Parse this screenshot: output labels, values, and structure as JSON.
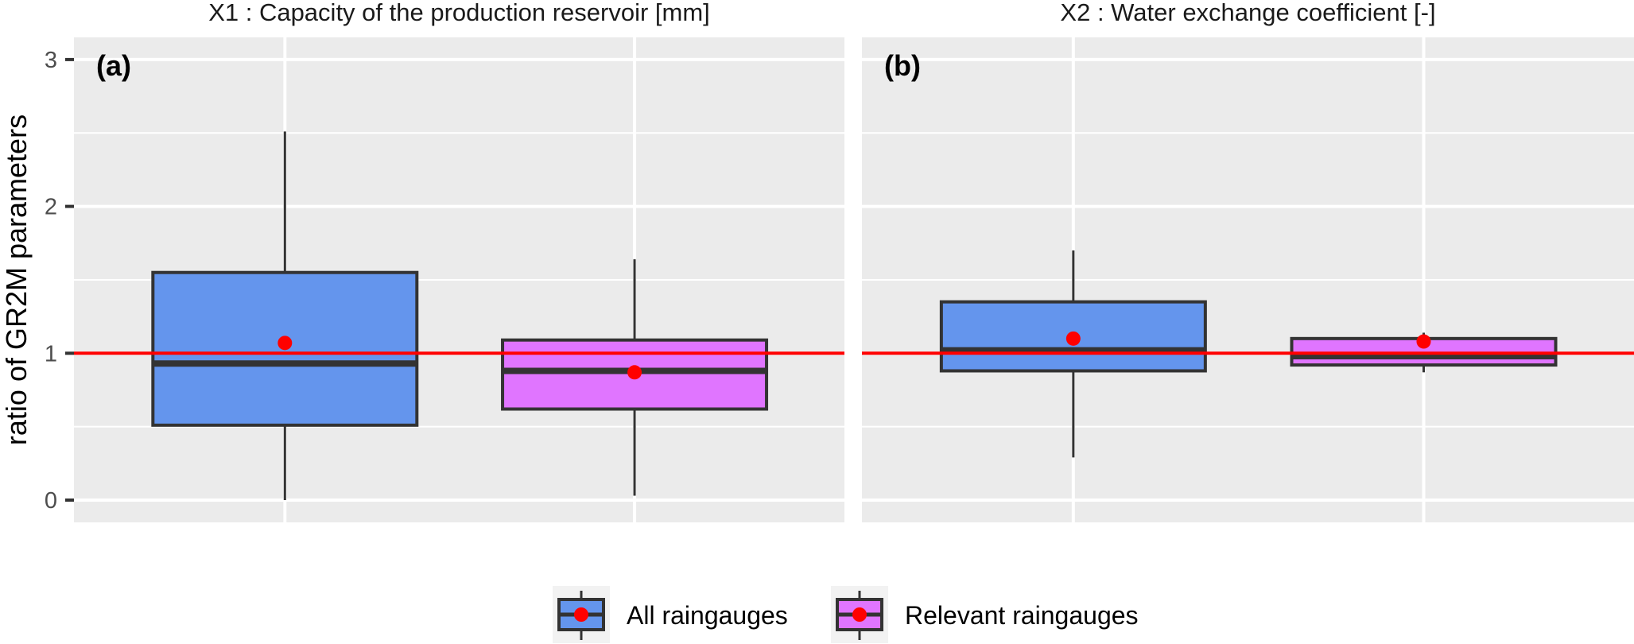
{
  "chart_data": {
    "type": "boxplot",
    "ylabel": "ratio of GR2M parameters",
    "ylim": [
      -0.2,
      3.2
    ],
    "yticks": [
      0,
      1,
      2,
      3
    ],
    "ytick_labels": [
      "0",
      "1",
      "2",
      "3"
    ],
    "reference_line": {
      "value": 1,
      "color": "#FF0000"
    },
    "grid": true,
    "legend": {
      "position": "bottom",
      "entries": [
        {
          "label": "All raingauges",
          "color": "#6495ED"
        },
        {
          "label": "Relevant raingauges",
          "color": "#E075FF"
        }
      ]
    },
    "mean_marker_color": "#FF0000",
    "panels": [
      {
        "tag": "(a)",
        "title": "X1 : Capacity of the production reservoir [mm]",
        "series": [
          {
            "name": "All raingauges",
            "whisker_low": 0.0,
            "q1": 0.51,
            "median": 0.93,
            "q3": 1.55,
            "whisker_high": 2.51,
            "mean": 1.07
          },
          {
            "name": "Relevant raingauges",
            "whisker_low": 0.03,
            "q1": 0.62,
            "median": 0.88,
            "q3": 1.09,
            "whisker_high": 1.64,
            "mean": 0.87
          }
        ]
      },
      {
        "tag": "(b)",
        "title": "X2 : Water exchange coefficient [-]",
        "series": [
          {
            "name": "All raingauges",
            "whisker_low": 0.29,
            "q1": 0.88,
            "median": 1.02,
            "q3": 1.35,
            "whisker_high": 1.7,
            "mean": 1.1
          },
          {
            "name": "Relevant raingauges",
            "whisker_low": 0.87,
            "q1": 0.92,
            "median": 0.98,
            "q3": 1.1,
            "whisker_high": 1.14,
            "mean": 1.08
          }
        ]
      }
    ]
  }
}
